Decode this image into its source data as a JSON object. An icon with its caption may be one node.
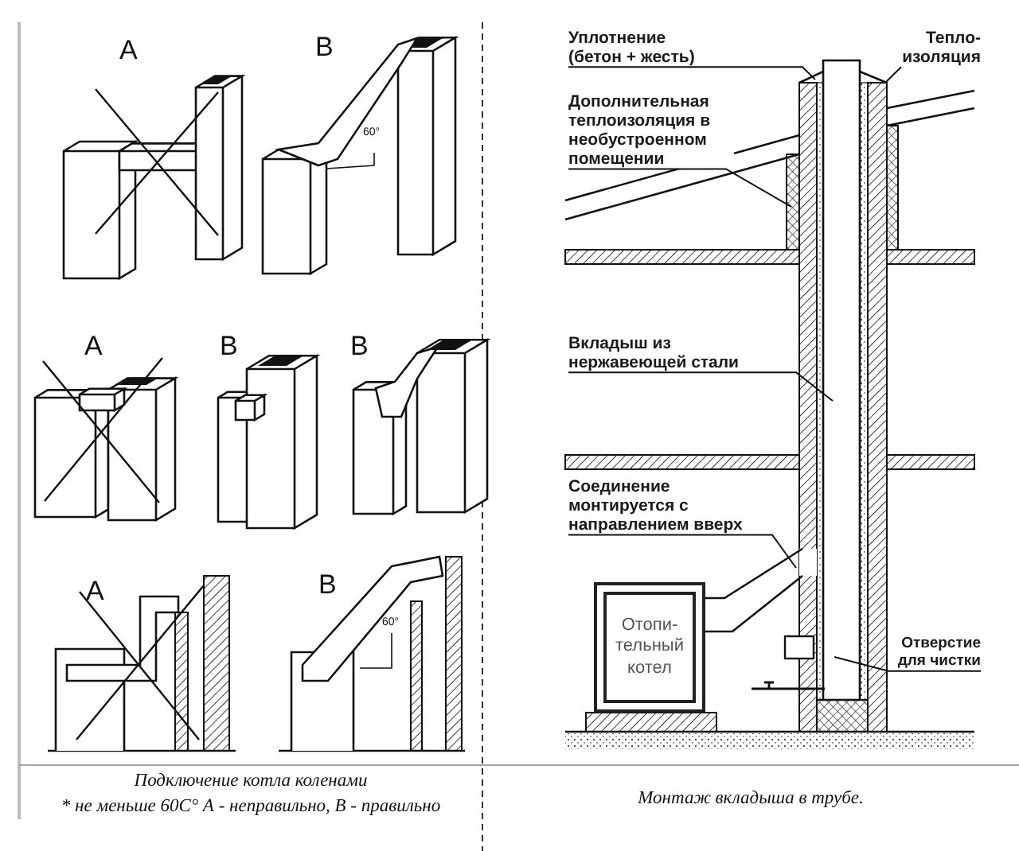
{
  "diagram": {
    "nodes": [
      {
        "text": [
          "Уплотнение (бетон + жесть)"
        ]
      },
      {
        "text": [
          "Тепло- изоляция"
        ]
      },
      {
        "text": [
          "Дополнительная теплоизоляция в необустроенном помещении"
        ]
      },
      {
        "text": [
          "Вкладыш из нержавеющей стали"
        ]
      },
      {
        "text": [
          "Соединение монтируется с направлением вверх"
        ]
      },
      {
        "text": [
          "Отопи- тельный котел"
        ]
      },
      {
        "text": [
          "Отверстие для чистки"
        ]
      }
    ],
    "edges": [
      {
        "from": 0,
        "to": null,
        "arrow": "none"
      },
      {
        "from": 1,
        "to": null,
        "arrow": "none"
      },
      {
        "from": 2,
        "to": null,
        "arrow": "none"
      },
      {
        "from": 3,
        "to": null,
        "arrow": "none"
      },
      {
        "from": 4,
        "to": null,
        "arrow": "none"
      },
      {
        "from": 6,
        "to": null,
        "arrow": "none"
      }
    ],
    "labels": [
      "A",
      "B",
      "60°",
      "A",
      "B",
      "B",
      "A",
      "B",
      "60°",
      "Подключение котла коленами",
      "* не меньше 60С° А - неправильно, В - правильно",
      "Монтаж вкладыша в трубе."
    ]
  }
}
